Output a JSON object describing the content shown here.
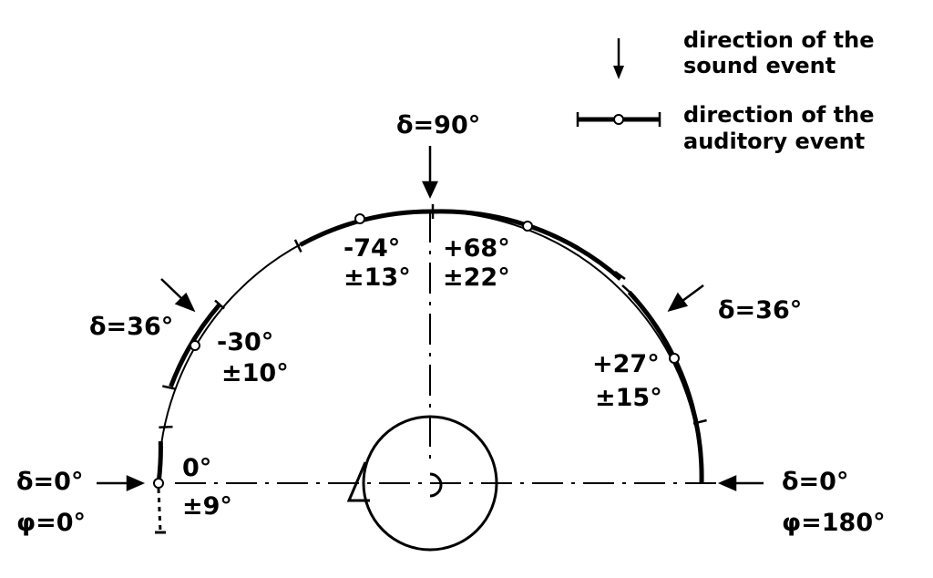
{
  "legend": {
    "sound_event": {
      "line1": "direction of the",
      "line2": "sound event"
    },
    "auditory_event": {
      "line1": "direction of the",
      "line2": "auditory event"
    }
  },
  "labels": {
    "top": "δ=90°",
    "left_36": "δ=36°",
    "right_36": "δ=36°",
    "left_delta": "δ=0°",
    "left_phi": "φ=0°",
    "right_delta": "δ=0°",
    "right_phi": "φ=180°"
  },
  "measurements": [
    {
      "mean": "0°",
      "spread": "±9°"
    },
    {
      "mean": "-30°",
      "spread": "±10°"
    },
    {
      "mean": "-74°",
      "spread": "±13°"
    },
    {
      "mean": "+68°",
      "spread": "±22°"
    },
    {
      "mean": "+27°",
      "spread": "±15°"
    }
  ]
}
